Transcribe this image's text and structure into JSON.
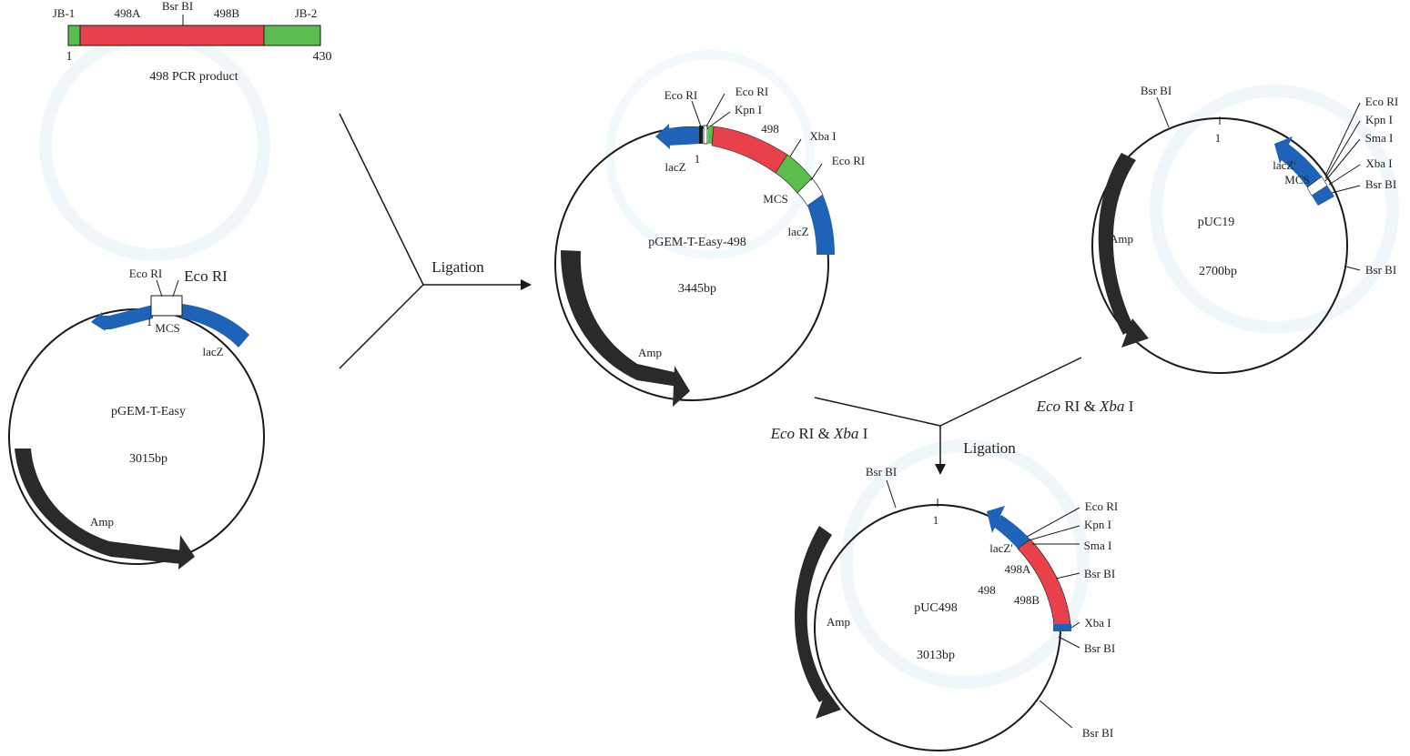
{
  "colors": {
    "lacz": "#1e63b8",
    "amp": "#2a2a2a",
    "insert_red": "#e8414b",
    "flank_green": "#5bbd4e",
    "mcs_white": "#ffffff",
    "watermark": "#dff0f8"
  },
  "pcr_product": {
    "label_jb1": "JB-1",
    "label_498a": "498A",
    "label_bsrbi": "Bsr BI",
    "label_498b": "498B",
    "label_jb2": "JB-2",
    "start": "1",
    "end": "430",
    "caption": "498 PCR product"
  },
  "pgem": {
    "name": "pGEM-T-Easy",
    "size": "3015bp",
    "ecori_left": "Eco RI",
    "ecori_right": "Eco RI",
    "one": "1",
    "mcs": "MCS",
    "lacz": "lacZ",
    "amp": "Amp"
  },
  "ligation1": "Ligation",
  "pgem498": {
    "name": "pGEM-T-Easy-498",
    "size": "3445bp",
    "ecori_a": "Eco RI",
    "ecori_b": "Eco RI",
    "kpni": "Kpn I",
    "insert": "498",
    "xbai": "Xba I",
    "ecori_c": "Eco RI",
    "mcs": "MCS",
    "lacz_left": "lacZ",
    "lacz_right": "lacZ",
    "one": "1",
    "amp": "Amp"
  },
  "puc19": {
    "name": "pUC19",
    "size": "2700bp",
    "bsrbi_top": "Bsr BI",
    "one": "1",
    "ecori": "Eco RI",
    "kpni": "Kpn I",
    "smai": "Sma I",
    "xbai": "Xba I",
    "bsrbi_r1": "Bsr BI",
    "bsrbi_r2": "Bsr BI",
    "laczp": "lacZ'",
    "mcs": "MCS",
    "amp": "Amp"
  },
  "digest_left": {
    "enzyme1": "Eco",
    "mid1": " RI & ",
    "enzyme2": "Xba",
    "tail": " I"
  },
  "digest_right": {
    "enzyme1": "Eco",
    "mid1": " RI & ",
    "enzyme2": "Xba",
    "tail": " I"
  },
  "ligation2": "Ligation",
  "puc498": {
    "name": "pUC498",
    "size": "3013bp",
    "bsrbi_top": "Bsr BI",
    "one": "1",
    "ecori": "Eco RI",
    "kpni": "Kpn I",
    "smai": "Sma I",
    "bsrbi_r1": "Bsr BI",
    "xbai": "Xba I",
    "bsrbi_r2": "Bsr BI",
    "bsrbi_r3": "Bsr BI",
    "laczp": "lacZ'",
    "part_a": "498A",
    "insert": "498",
    "part_b": "498B",
    "amp": "Amp"
  }
}
